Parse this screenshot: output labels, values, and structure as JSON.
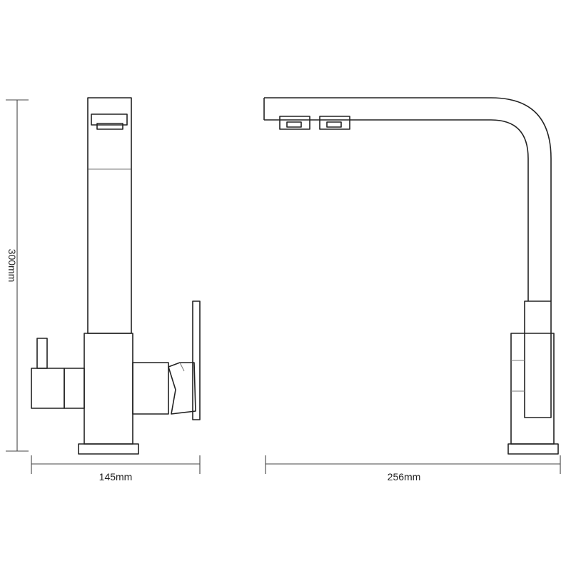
{
  "labels": {
    "height": "300mm",
    "front_width": "145mm",
    "side_width": "256mm"
  },
  "colors": {
    "line": "#222222",
    "background": "#ffffff"
  }
}
